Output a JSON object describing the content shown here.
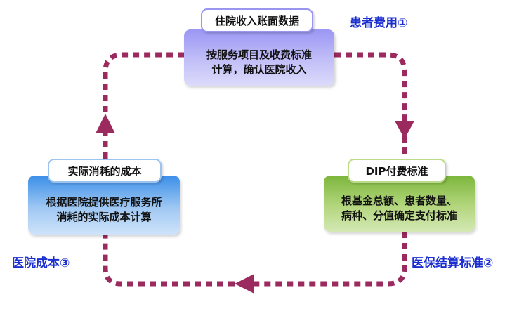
{
  "nodes": {
    "top": {
      "title": "住院收入账面数据",
      "body": "按服务项目及收费标准\n计算，确认医院收入"
    },
    "right": {
      "title": "DIP付费标准",
      "body": "根基金总额、患者数量、\n病种、分值确定支付标准"
    },
    "left": {
      "title": "实际消耗的成本",
      "body": "根据医院提供医疗服务所\n消耗的实际成本计算"
    }
  },
  "labels": {
    "top": "患者费用①",
    "right": "医保结算标准②",
    "left": "医院成本③"
  },
  "colors": {
    "loop": "#9b2a5f",
    "label": "#1b2fd1",
    "top_box": "#9b97f4",
    "left_box": "#3b8ee8",
    "right_box": "#7cb63c"
  }
}
